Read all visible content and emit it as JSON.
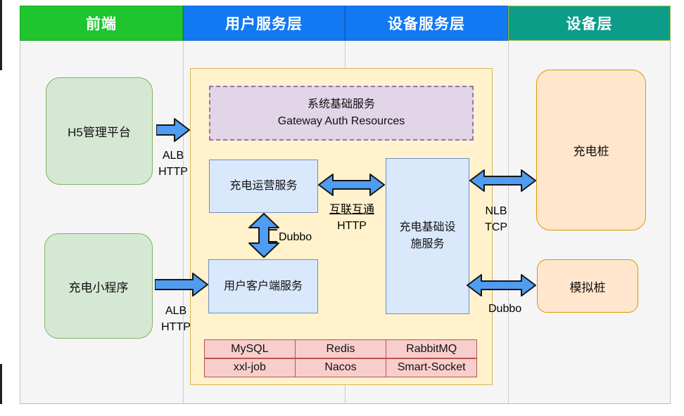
{
  "header": {
    "columns": [
      {
        "label": "前端",
        "color": "#1EC52E"
      },
      {
        "label": "用户服务层",
        "color": "#1379F2"
      },
      {
        "label": "设备服务层",
        "color": "#1379F2"
      },
      {
        "label": "设备层",
        "color": "#0C9D89"
      }
    ]
  },
  "frontend": {
    "h5_platform": "H5管理平台",
    "mini_program": "充电小程序"
  },
  "user_service_layer": {
    "system_base": {
      "line1": "系统基础服务",
      "line2": "Gateway Auth Resources"
    },
    "operation_service": "充电运营服务",
    "client_service": "用户客户端服务"
  },
  "device_service_layer": {
    "infra_service": "充电基础设施服务"
  },
  "device_layer": {
    "charging_pile": "充电桩",
    "mock_pile": "模拟桩"
  },
  "middleware": {
    "rows": [
      [
        "MySQL",
        "Redis",
        "RabbitMQ"
      ],
      [
        "xxl-job",
        "Nacos",
        "Smart-Socket"
      ]
    ]
  },
  "edges": {
    "h5_alb": {
      "line1": "ALB",
      "line2": "HTTP"
    },
    "mini_alb": {
      "line1": "ALB",
      "line2": "HTTP"
    },
    "interconnect": {
      "line1": "互联互通",
      "line2": "HTTP"
    },
    "dubbo_internal": "Dubbo",
    "nlb_tcp": {
      "line1": "NLB",
      "line2": "TCP"
    },
    "dubbo_mock": "Dubbo"
  },
  "palette": {
    "green_header": "#1EC52E",
    "blue_header": "#1379F2",
    "teal_header": "#0C9D89",
    "container_fill": "#FFF2CC",
    "container_stroke": "#D6B656",
    "purple_fill": "#E1D5E7",
    "purple_stroke": "#9673A6",
    "blue_box_fill": "#DAE8FC",
    "blue_box_stroke": "#6C8EBF",
    "green_box_fill": "#D5E8D4",
    "green_box_stroke": "#82B366",
    "orange_box_fill": "#FFE6CC",
    "orange_box_stroke": "#D79B00",
    "table_fill": "#F8CECC",
    "table_stroke": "#B85450",
    "arrow_fill": "#4F9CF1",
    "body_background": "#F5F5F6"
  }
}
